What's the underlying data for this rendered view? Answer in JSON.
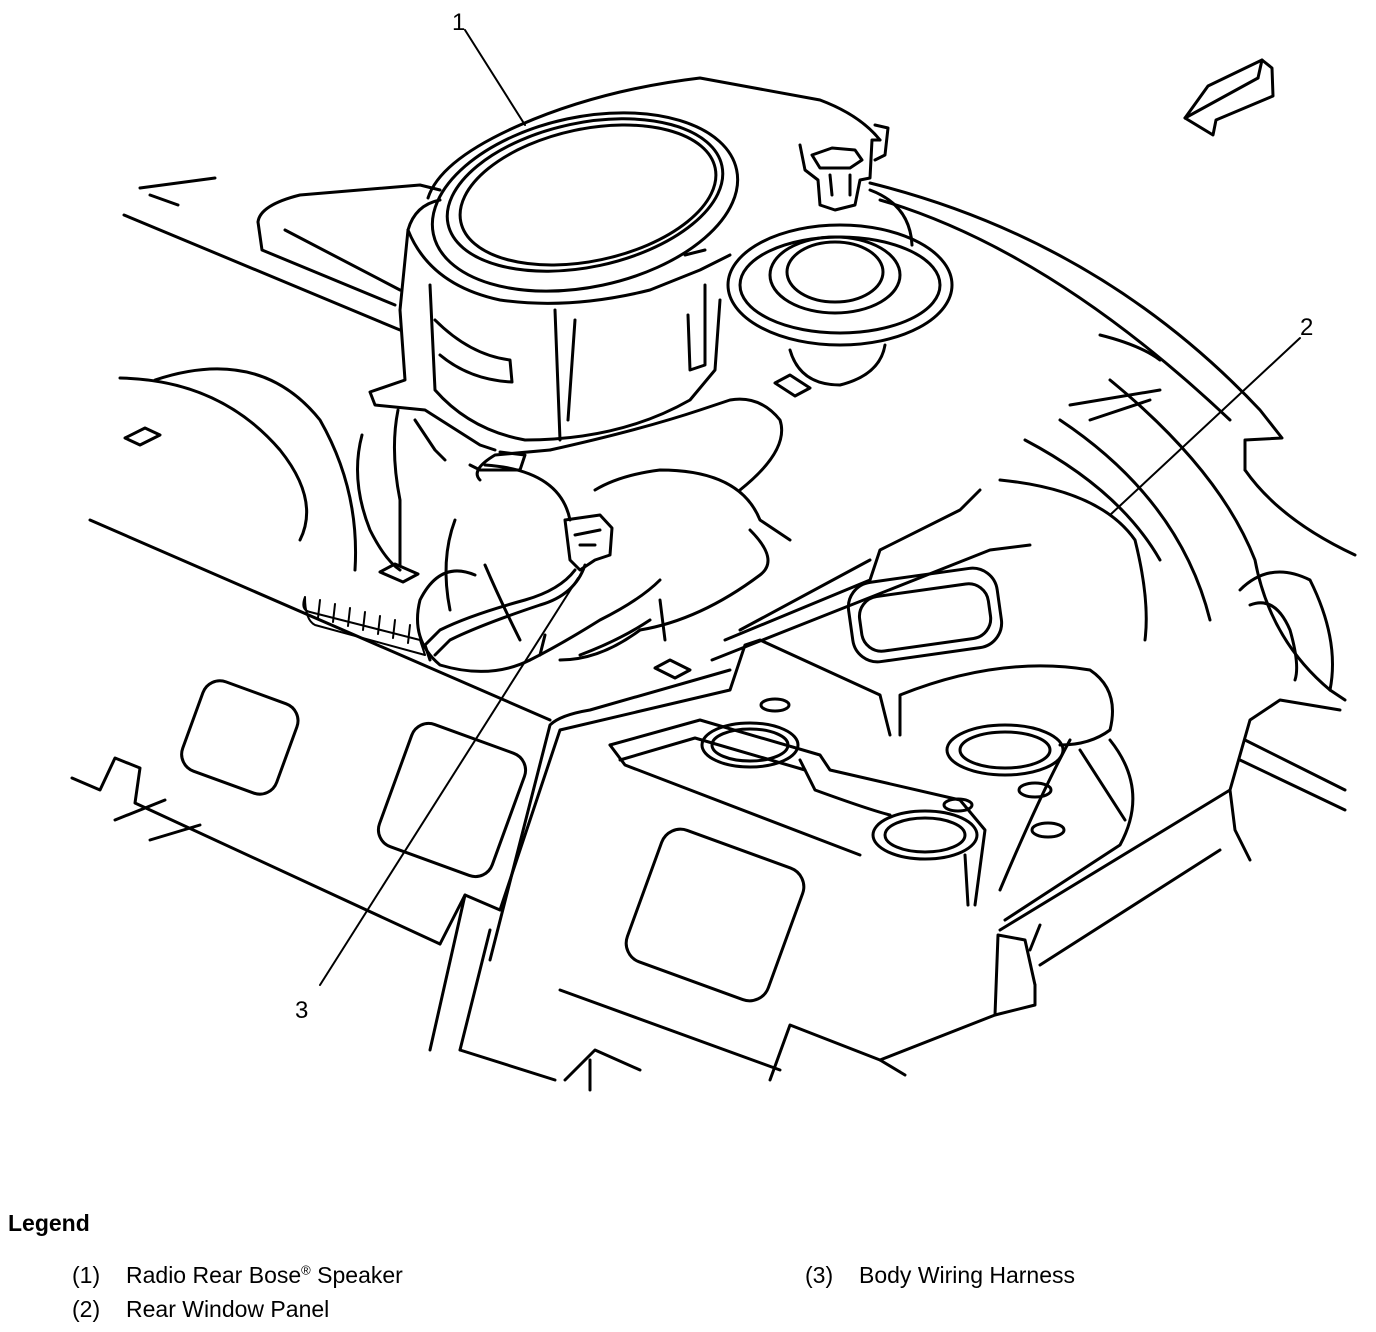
{
  "callouts": [
    {
      "id": "1",
      "label": "1"
    },
    {
      "id": "2",
      "label": "2"
    },
    {
      "id": "3",
      "label": "3"
    }
  ],
  "legend": {
    "title": "Legend",
    "items": [
      {
        "num": "(1)",
        "text_before": "Radio Rear Bose",
        "superscript": "®",
        "text_after": " Speaker"
      },
      {
        "num": "(2)",
        "text": "Rear Window Panel"
      },
      {
        "num": "(3)",
        "text": "Body Wiring Harness"
      }
    ]
  },
  "icons": [
    "direction-arrow-icon"
  ]
}
